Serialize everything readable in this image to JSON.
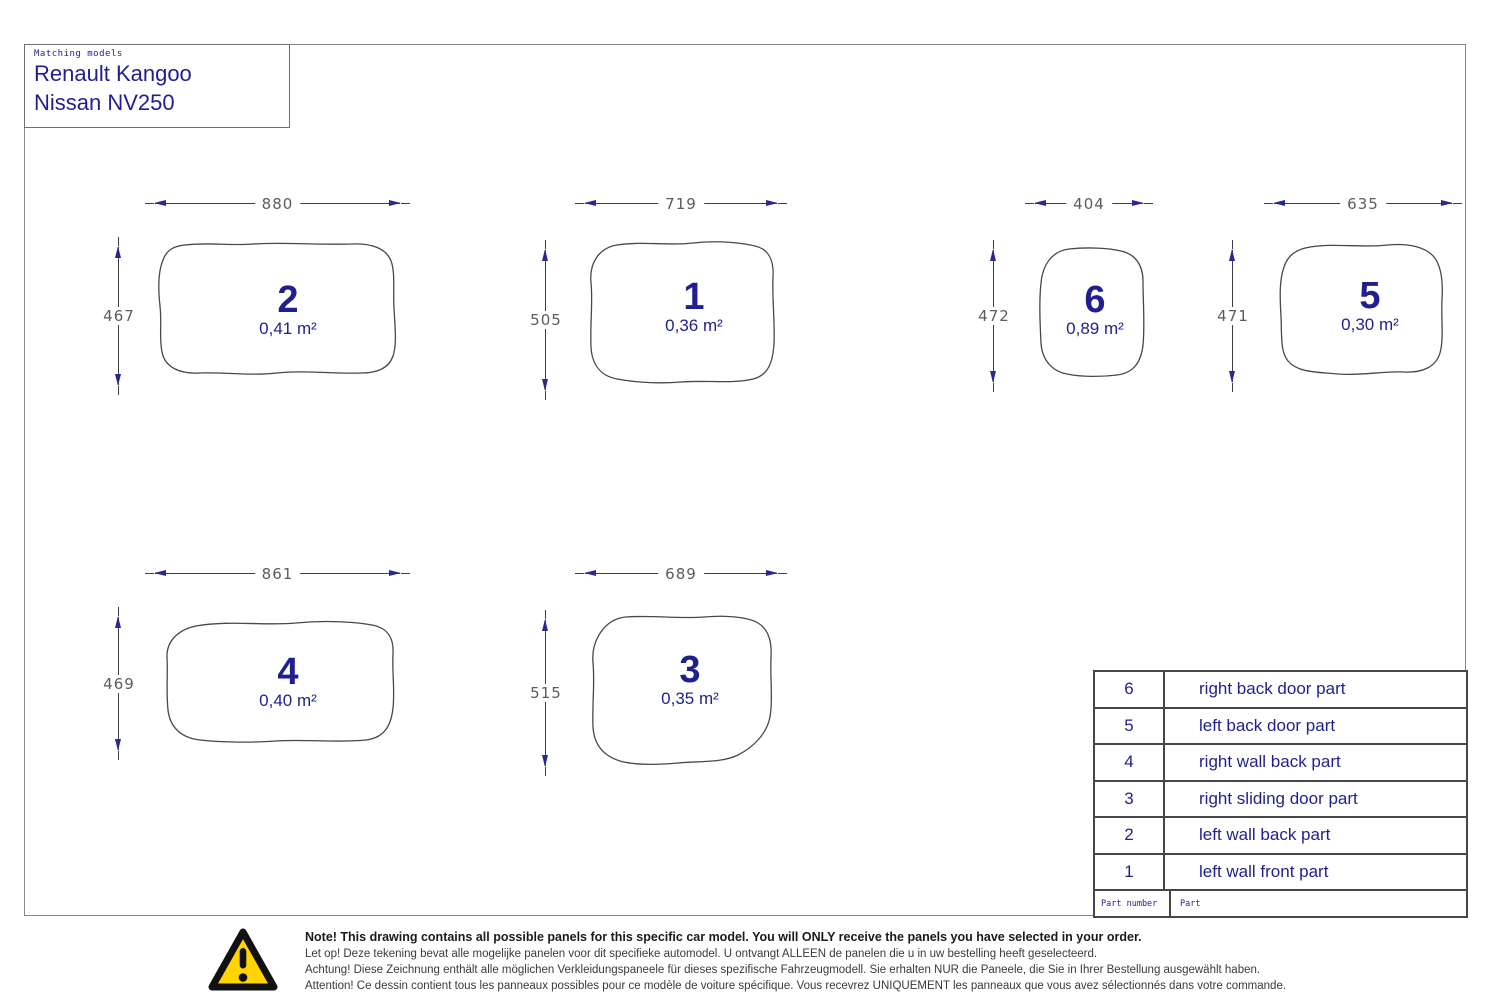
{
  "title_block": {
    "label": "Matching models",
    "model_1": "Renault Kangoo",
    "model_2": "Nissan NV250"
  },
  "panels": [
    {
      "number": "2",
      "area": "0,41 m²",
      "width_mm": "880",
      "height_mm": "467"
    },
    {
      "number": "1",
      "area": "0,36 m²",
      "width_mm": "719",
      "height_mm": "505"
    },
    {
      "number": "6",
      "area": "0,89 m²",
      "width_mm": "404",
      "height_mm": "472"
    },
    {
      "number": "5",
      "area": "0,30 m²",
      "width_mm": "635",
      "height_mm": "471"
    },
    {
      "number": "4",
      "area": "0,40 m²",
      "width_mm": "861",
      "height_mm": "469"
    },
    {
      "number": "3",
      "area": "0,35 m²",
      "width_mm": "689",
      "height_mm": "515"
    }
  ],
  "parts_table": {
    "rows": [
      {
        "number": "6",
        "name": "right back door part"
      },
      {
        "number": "5",
        "name": "left back door part"
      },
      {
        "number": "4",
        "name": "right wall back part"
      },
      {
        "number": "3",
        "name": "right sliding door part"
      },
      {
        "number": "2",
        "name": "left wall back part"
      },
      {
        "number": "1",
        "name": "left wall front part"
      }
    ],
    "footer": {
      "number_label": "Part number",
      "part_label": "Part"
    }
  },
  "warning": {
    "icon": "warning-triangle-icon",
    "note_en": "Note! This drawing contains all possible panels for this specific car model. You will ONLY receive the panels you have selected in your order.",
    "note_nl": "Let op! Deze tekening bevat alle mogelijke panelen voor dit specifieke automodel. U ontvangt ALLEEN de panelen die u in uw bestelling heeft geselecteerd.",
    "note_de": "Achtung! Diese Zeichnung enthält alle möglichen Verkleidungspaneele für dieses spezifische Fahrzeugmodell. Sie erhalten NUR die Paneele, die Sie in Ihrer Bestellung ausgewählt haben.",
    "note_fr": "Attention! Ce dessin contient tous les panneaux possibles pour ce modèle de voiture spécifique. Vous recevrez UNIQUEMENT les panneaux que vous avez sélectionnés dans votre commande."
  },
  "colors": {
    "navy_text": "#1f1f91",
    "dimension_text": "#5b5b60",
    "outline": "#47474d",
    "frame": "#87878c",
    "warning_yellow": "#FFD400"
  }
}
